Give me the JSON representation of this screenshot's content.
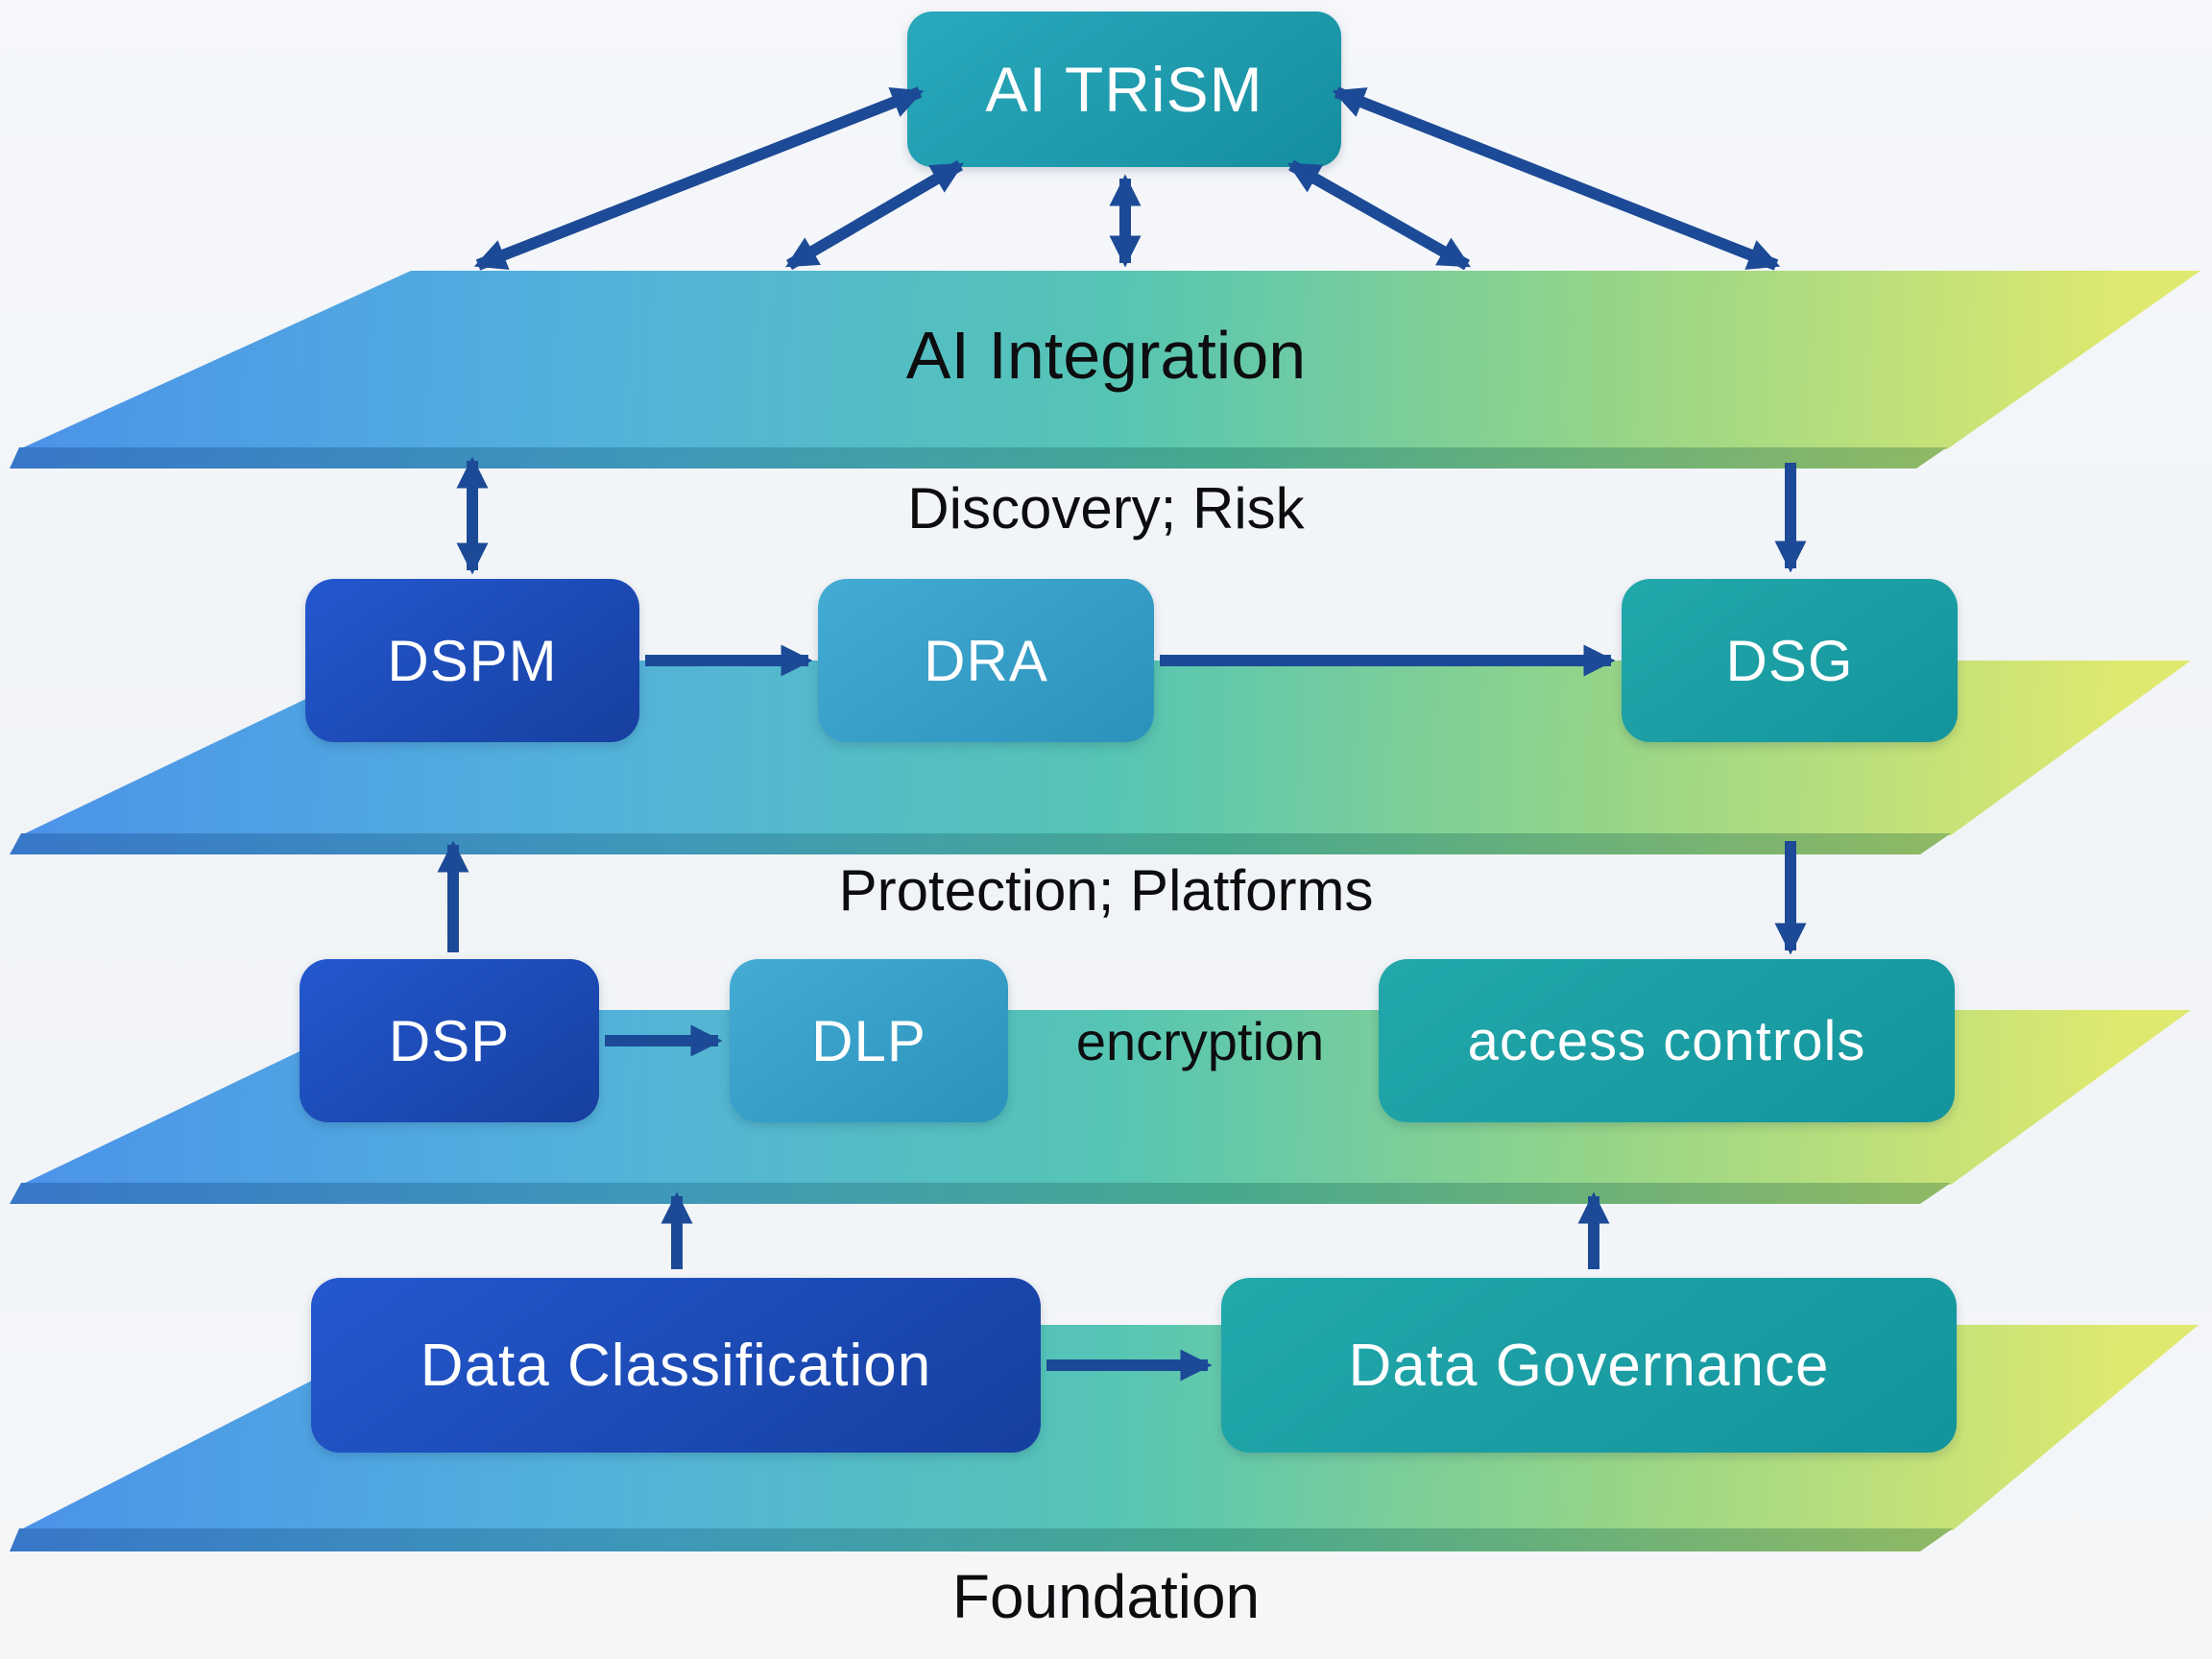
{
  "diagram": {
    "title_node": "AI TRiSM",
    "planes": [
      {
        "label": "AI Integration"
      },
      {
        "label": "Discovery; Risk"
      },
      {
        "label": "Protection; Platforms"
      },
      {
        "label": "Foundation"
      }
    ],
    "nodes": {
      "dspm": "DSPM",
      "dra": "DRA",
      "dsg": "DSG",
      "dsp": "DSP",
      "dlp": "DLP",
      "encryption": "encryption",
      "access_controls": "access controls",
      "data_classification": "Data Classification",
      "data_governance": "Data Governance"
    },
    "colors": {
      "arrow": "#1c4a96",
      "dark_node": "#1a49b8",
      "teal_node": "#189fae",
      "plane_gradient_left": "#4b92ea",
      "plane_gradient_right": "#dfe96f",
      "background": "#f4f6f8"
    }
  }
}
